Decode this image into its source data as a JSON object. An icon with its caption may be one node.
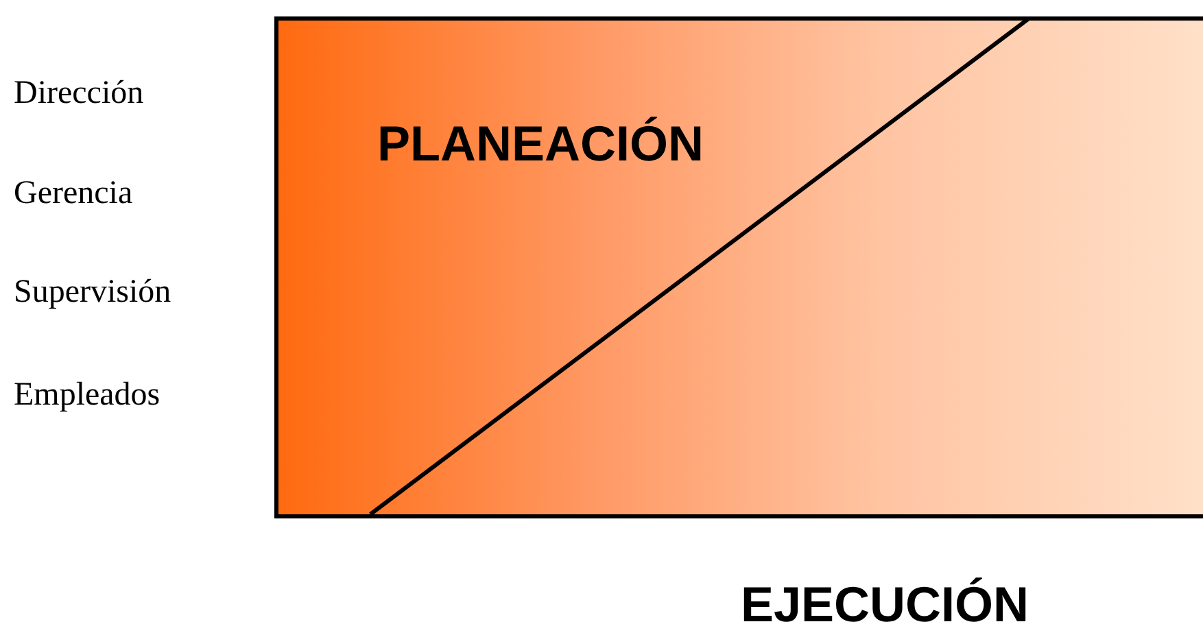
{
  "diagram": {
    "nodes": [
      {
        "text": [
          "PLANEACIÓN",
          "EJECUCIÓN"
        ]
      }
    ],
    "labels": [
      "Dirección",
      "Gerencia",
      "Supervisión",
      "Empleados"
    ]
  }
}
